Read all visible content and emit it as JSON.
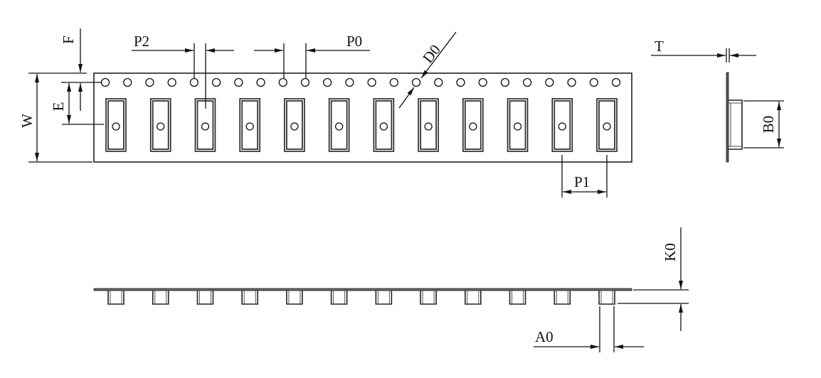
{
  "labels": {
    "W": "W",
    "F": "F",
    "E": "E",
    "P2": "P2",
    "P0": "P0",
    "D0": "D0",
    "P1": "P1",
    "T": "T",
    "B0": "B0",
    "K0": "K0",
    "A0": "A0"
  },
  "tape": {
    "sprocket_hole_count": 24,
    "pocket_count": 12
  }
}
